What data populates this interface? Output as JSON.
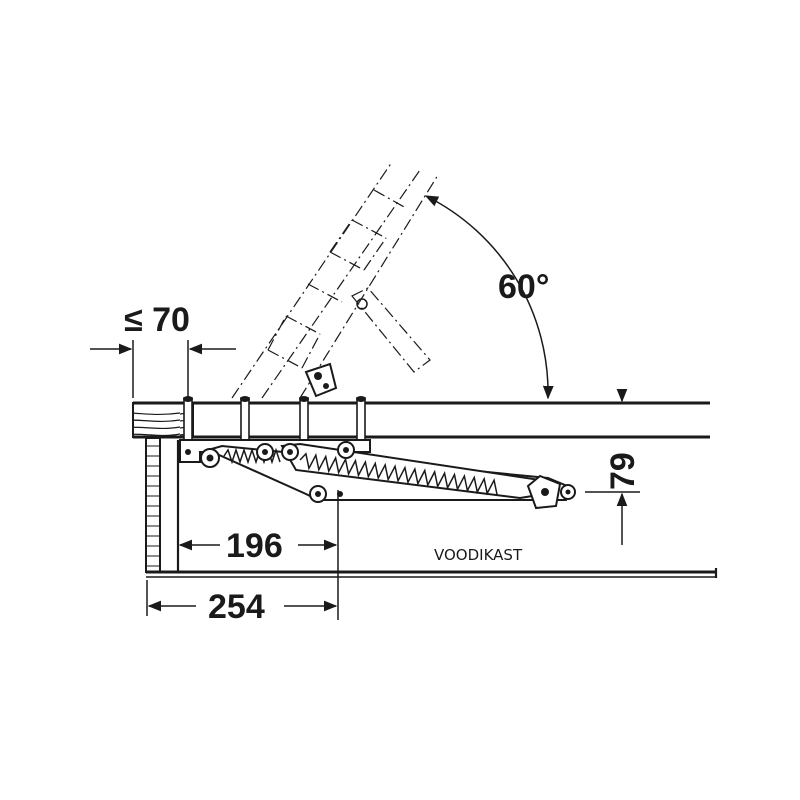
{
  "labels": {
    "max_gap": "≤ 70",
    "angle": "60°",
    "height": "79",
    "dim_196": "196",
    "dim_254": "254",
    "caption": "VOODIKAST"
  },
  "colors": {
    "ink": "#1a1a1a",
    "background": "#ffffff",
    "wood": "#7a7a7a"
  }
}
